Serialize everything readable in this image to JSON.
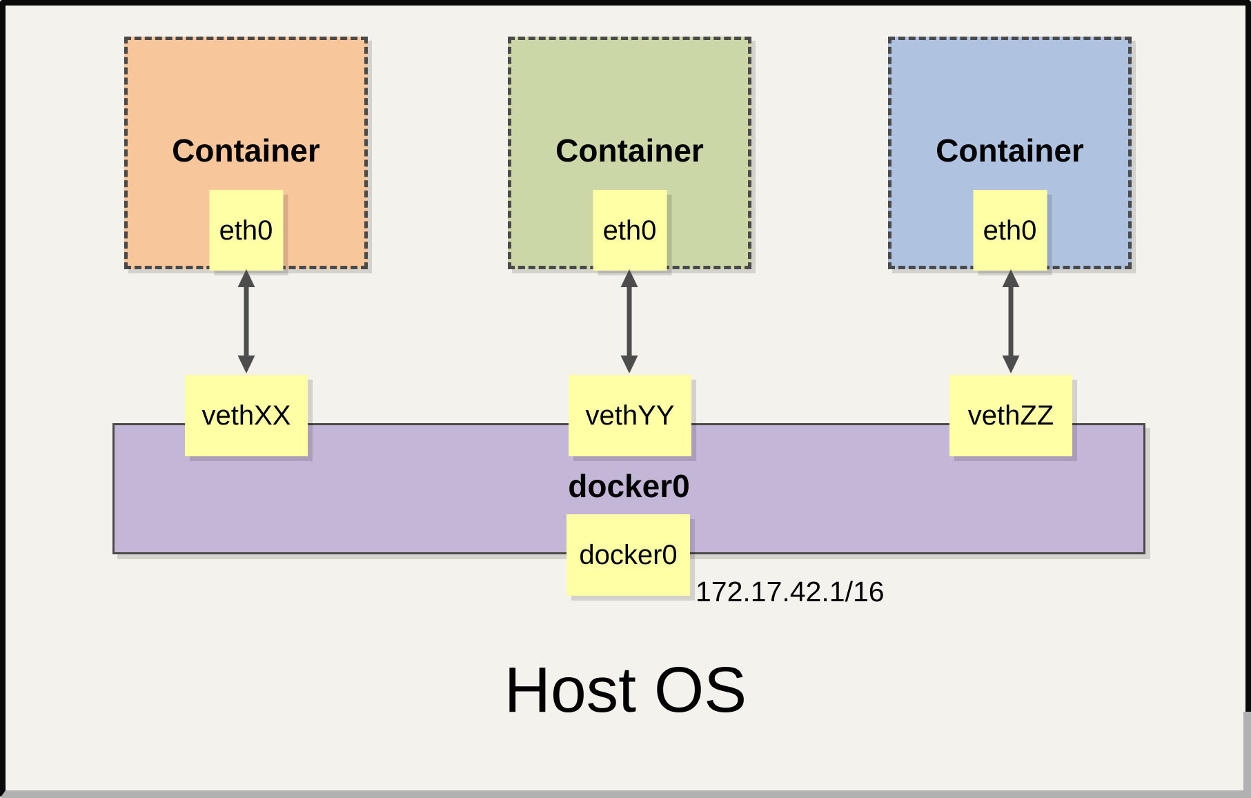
{
  "host": {
    "label": "Host OS"
  },
  "bridge": {
    "name": "docker0",
    "interface": "docker0",
    "ip": "172.17.42.1/16"
  },
  "containers": [
    {
      "label": "Container",
      "interface": "eth0",
      "veth": "vethXX",
      "fill": "#F7C69A"
    },
    {
      "label": "Container",
      "interface": "eth0",
      "veth": "vethYY",
      "fill": "#CBD7A6"
    },
    {
      "label": "Container",
      "interface": "eth0",
      "veth": "vethZZ",
      "fill": "#AFC3E1"
    }
  ],
  "colors": {
    "background": "#F4F2EC",
    "frame": "#0A0A0A",
    "box_fill": "#FFFFA6",
    "bridge_fill": "#C4B6D7",
    "line": "#4D4D4D"
  }
}
